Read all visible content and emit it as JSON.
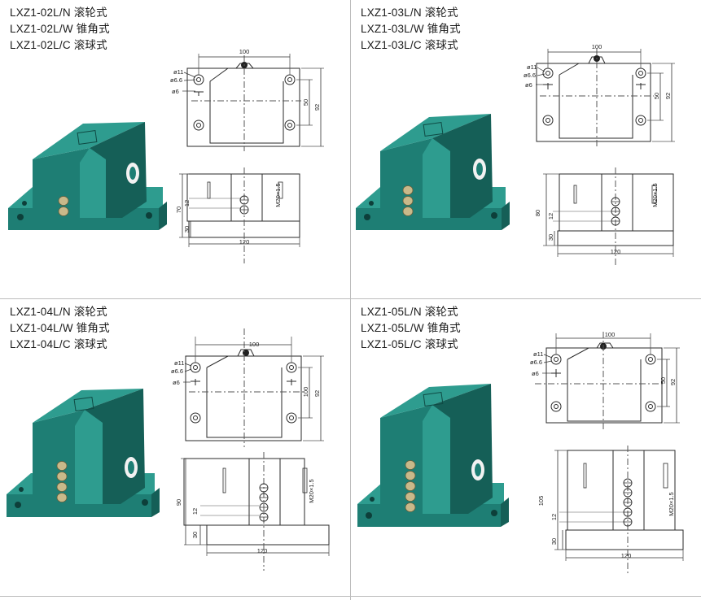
{
  "page": {
    "colors": {
      "housing": "#1e7e74",
      "housing_dark": "#155f57",
      "housing_light": "#2e9c8f",
      "line": "#2a2a2a",
      "brass": "#c9b98a"
    }
  },
  "cells": [
    {
      "models": [
        "LXZ1-02L/N 滚轮式",
        "LXZ1-02L/W 锥角式",
        "LXZ1-02L/C 滚球式"
      ],
      "buttons": 2,
      "dims": {
        "width": "100",
        "depth": "92",
        "mount": "50",
        "height": "70",
        "base": "30",
        "step": "12",
        "thread": "M20×1.5",
        "length": "120",
        "hole_outer": "ø11",
        "hole_mid": "ø6.6",
        "hole_inner": "ø6"
      }
    },
    {
      "models": [
        "LXZ1-03L/N 滚轮式",
        "LXZ1-03L/W 锥角式",
        "LXZ1-03L/C 滚球式"
      ],
      "buttons": 3,
      "dims": {
        "width": "100",
        "depth": "92",
        "mount": "50",
        "height": "80",
        "base": "30",
        "step": "12",
        "thread": "M20×1.5",
        "length": "120",
        "hole_outer": "ø11",
        "hole_mid": "ø6.6",
        "hole_inner": "ø6"
      }
    },
    {
      "models": [
        "LXZ1-04L/N 滚轮式",
        "LXZ1-04L/W 锥角式",
        "LXZ1-04L/C 滚球式"
      ],
      "buttons": 4,
      "dims": {
        "width": "100",
        "depth": "92",
        "mount": "100",
        "height": "90",
        "base": "30",
        "step": "12",
        "thread": "M20×1.5",
        "length": "120",
        "hole_outer": "ø11",
        "hole_mid": "ø6.6",
        "hole_inner": "ø6"
      }
    },
    {
      "models": [
        "LXZ1-05L/N 滚轮式",
        "LXZ1-05L/W 锥角式",
        "LXZ1-05L/C 滚球式"
      ],
      "buttons": 5,
      "dims": {
        "width": "100",
        "depth": "92",
        "mount": "50",
        "height": "105",
        "base": "30",
        "step": "12",
        "thread": "M20×1.5",
        "length": "120",
        "hole_outer": "ø11",
        "hole_mid": "ø6.6",
        "hole_inner": "ø6"
      }
    }
  ]
}
